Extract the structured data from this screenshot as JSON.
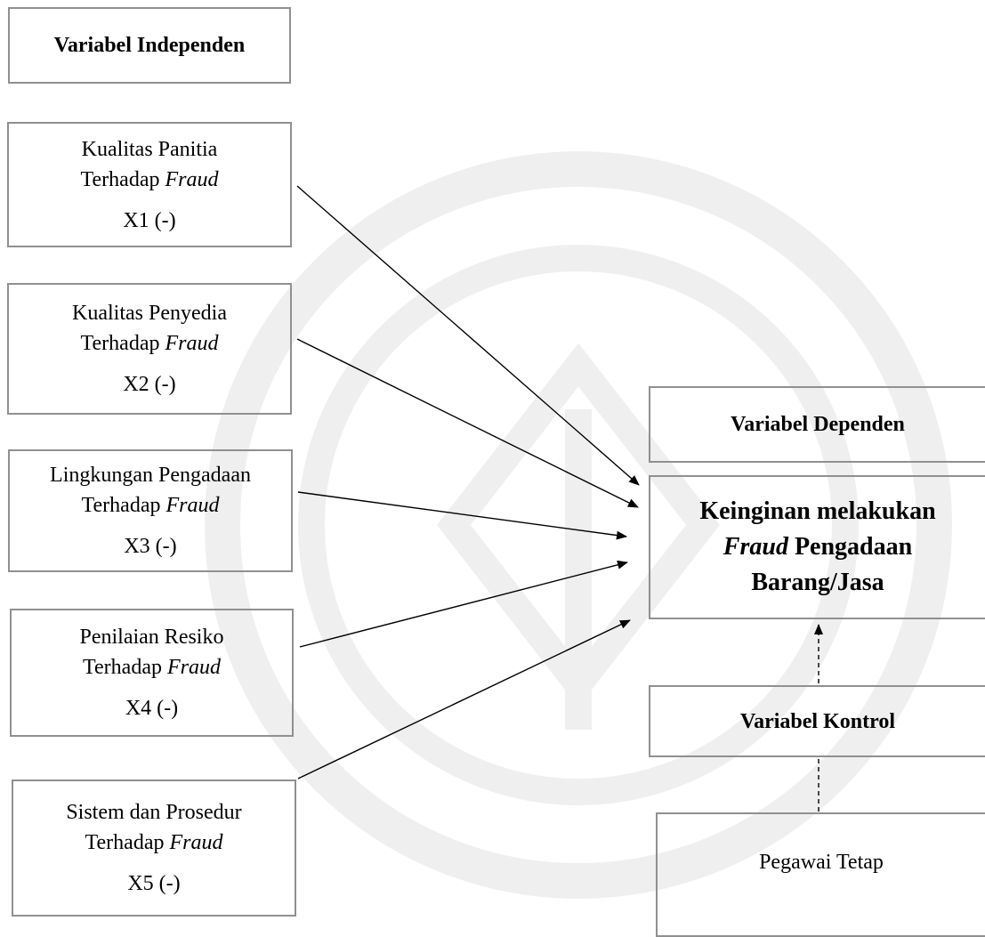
{
  "header_independent": "Variabel Independen",
  "independent_vars": [
    {
      "line1": "Kualitas Panitia",
      "line2_prefix": "Terhadap ",
      "line2_italic": "Fraud",
      "code": "X1 (-)"
    },
    {
      "line1": "Kualitas Penyedia",
      "line2_prefix": "Terhadap ",
      "line2_italic": "Fraud",
      "code": "X2  (-)"
    },
    {
      "line1": "Lingkungan Pengadaan",
      "line2_prefix": "Terhadap ",
      "line2_italic": "Fraud",
      "code": "X3  (-)"
    },
    {
      "line1": "Penilaian Resiko",
      "line2_prefix": "Terhadap ",
      "line2_italic": "Fraud",
      "code": "X4  (-)"
    },
    {
      "line1": "Sistem dan Prosedur",
      "line2_prefix": "Terhadap ",
      "line2_italic": "Fraud",
      "code": "X5  (-)"
    }
  ],
  "header_dependent": "Variabel Dependen",
  "dependent": {
    "line1": "Keinginan melakukan",
    "line2_italic": "Fraud",
    "line2_suffix": " Pengadaan",
    "line3": "Barang/Jasa"
  },
  "header_control": "Variabel Kontrol",
  "control_var": "Pegawai Tetap",
  "colors": {
    "box_border": "#909090",
    "arrow": "#000000"
  }
}
